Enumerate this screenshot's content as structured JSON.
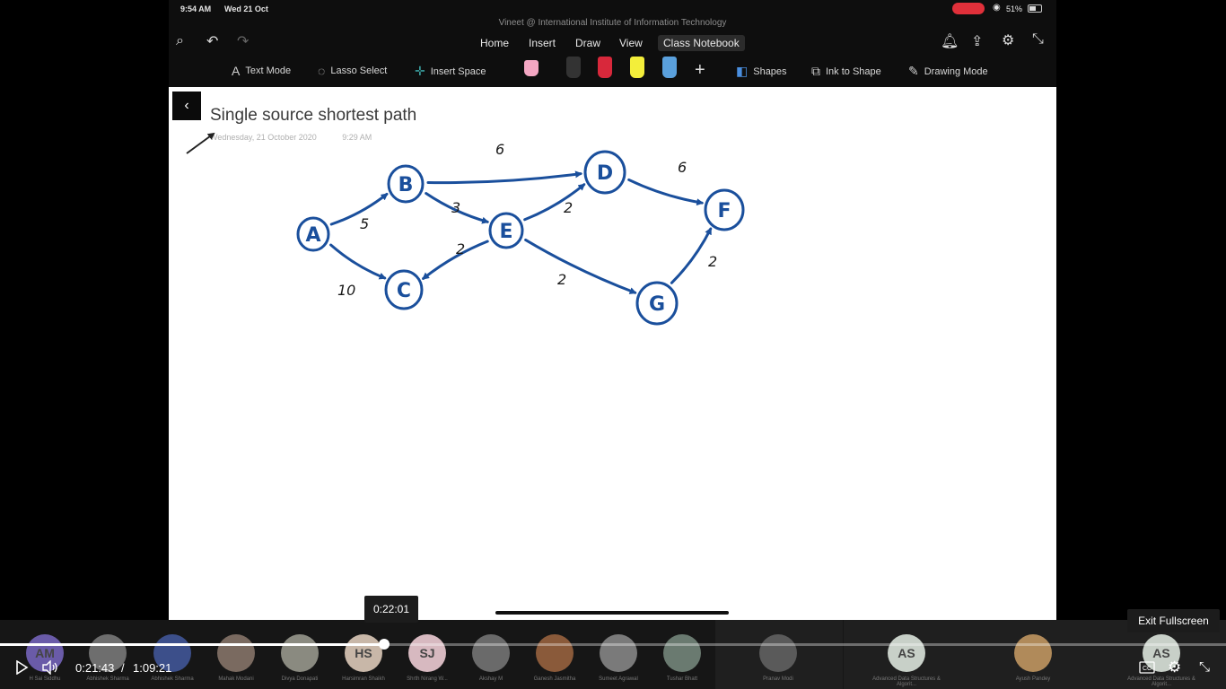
{
  "status_bar": {
    "time": "9:54 AM",
    "date": "Wed 21 Oct",
    "battery": "51%"
  },
  "window_title": "Vineet @ International Institute of Information Technology",
  "menu_tabs": [
    "Home",
    "Insert",
    "Draw",
    "View",
    "Class Notebook"
  ],
  "selected_tab": "Draw",
  "toolbar": {
    "text_mode": "Text Mode",
    "lasso_select": "Lasso Select",
    "insert_space": "Insert Space",
    "shapes": "Shapes",
    "ink_to_shape": "Ink to Shape",
    "drawing_mode": "Drawing Mode"
  },
  "pens": [
    {
      "name": "eraser",
      "color": "#f4a7c3"
    },
    {
      "name": "black-pen",
      "color": "#333333"
    },
    {
      "name": "red-pen",
      "color": "#d8283b"
    },
    {
      "name": "yellow-highlighter",
      "color": "#f3ee3a"
    },
    {
      "name": "blue-pen",
      "color": "#5aa0dc"
    }
  ],
  "page": {
    "title": "Single source shortest path",
    "date": "Wednesday, 21 October 2020",
    "time": "9:29 AM"
  },
  "graph": {
    "nodes": [
      "A",
      "B",
      "C",
      "D",
      "E",
      "F",
      "G"
    ],
    "edges": [
      {
        "from": "A",
        "to": "B",
        "weight": "5"
      },
      {
        "from": "A",
        "to": "C",
        "weight": "10"
      },
      {
        "from": "B",
        "to": "D",
        "weight": "6"
      },
      {
        "from": "B",
        "to": "E",
        "weight": "3"
      },
      {
        "from": "E",
        "to": "D",
        "weight": "2"
      },
      {
        "from": "E",
        "to": "C",
        "weight": "2"
      },
      {
        "from": "E",
        "to": "G",
        "weight": "2"
      },
      {
        "from": "D",
        "to": "F",
        "weight": "6"
      },
      {
        "from": "G",
        "to": "F",
        "weight": "2"
      }
    ]
  },
  "player": {
    "current_time": "0:21:43",
    "separator": "/",
    "duration": "1:09:21",
    "hover_time": "0:22:01",
    "progress_fraction": 0.3136,
    "exit_fullscreen": "Exit Fullscreen"
  },
  "participants": [
    {
      "initials": "AM",
      "name": "H Sai Siddhu"
    },
    {
      "initials": "",
      "name": "Abhishek Sharma"
    },
    {
      "initials": "",
      "name": "Abhishek Sharma"
    },
    {
      "initials": "",
      "name": "Mahak Modani"
    },
    {
      "initials": "",
      "name": "Divya Donapati"
    },
    {
      "initials": "HS",
      "name": "Harsimran Shaikh"
    },
    {
      "initials": "SJ",
      "name": "Shrth Nirang W..."
    },
    {
      "initials": "",
      "name": "Akshay M"
    },
    {
      "initials": "",
      "name": "Ganesh Jasmitha"
    },
    {
      "initials": "",
      "name": "Sumeet Agrawal"
    },
    {
      "initials": "",
      "name": "Tushar Bhatt"
    },
    {
      "initials": "",
      "name": "Pranav Modi"
    },
    {
      "initials": "AS",
      "name": "Advanced Data Structures & Algorit..."
    },
    {
      "initials": "",
      "name": "Ayush Pandey"
    },
    {
      "initials": "AS",
      "name": "Advanced Data Structures & Algorit..."
    }
  ]
}
